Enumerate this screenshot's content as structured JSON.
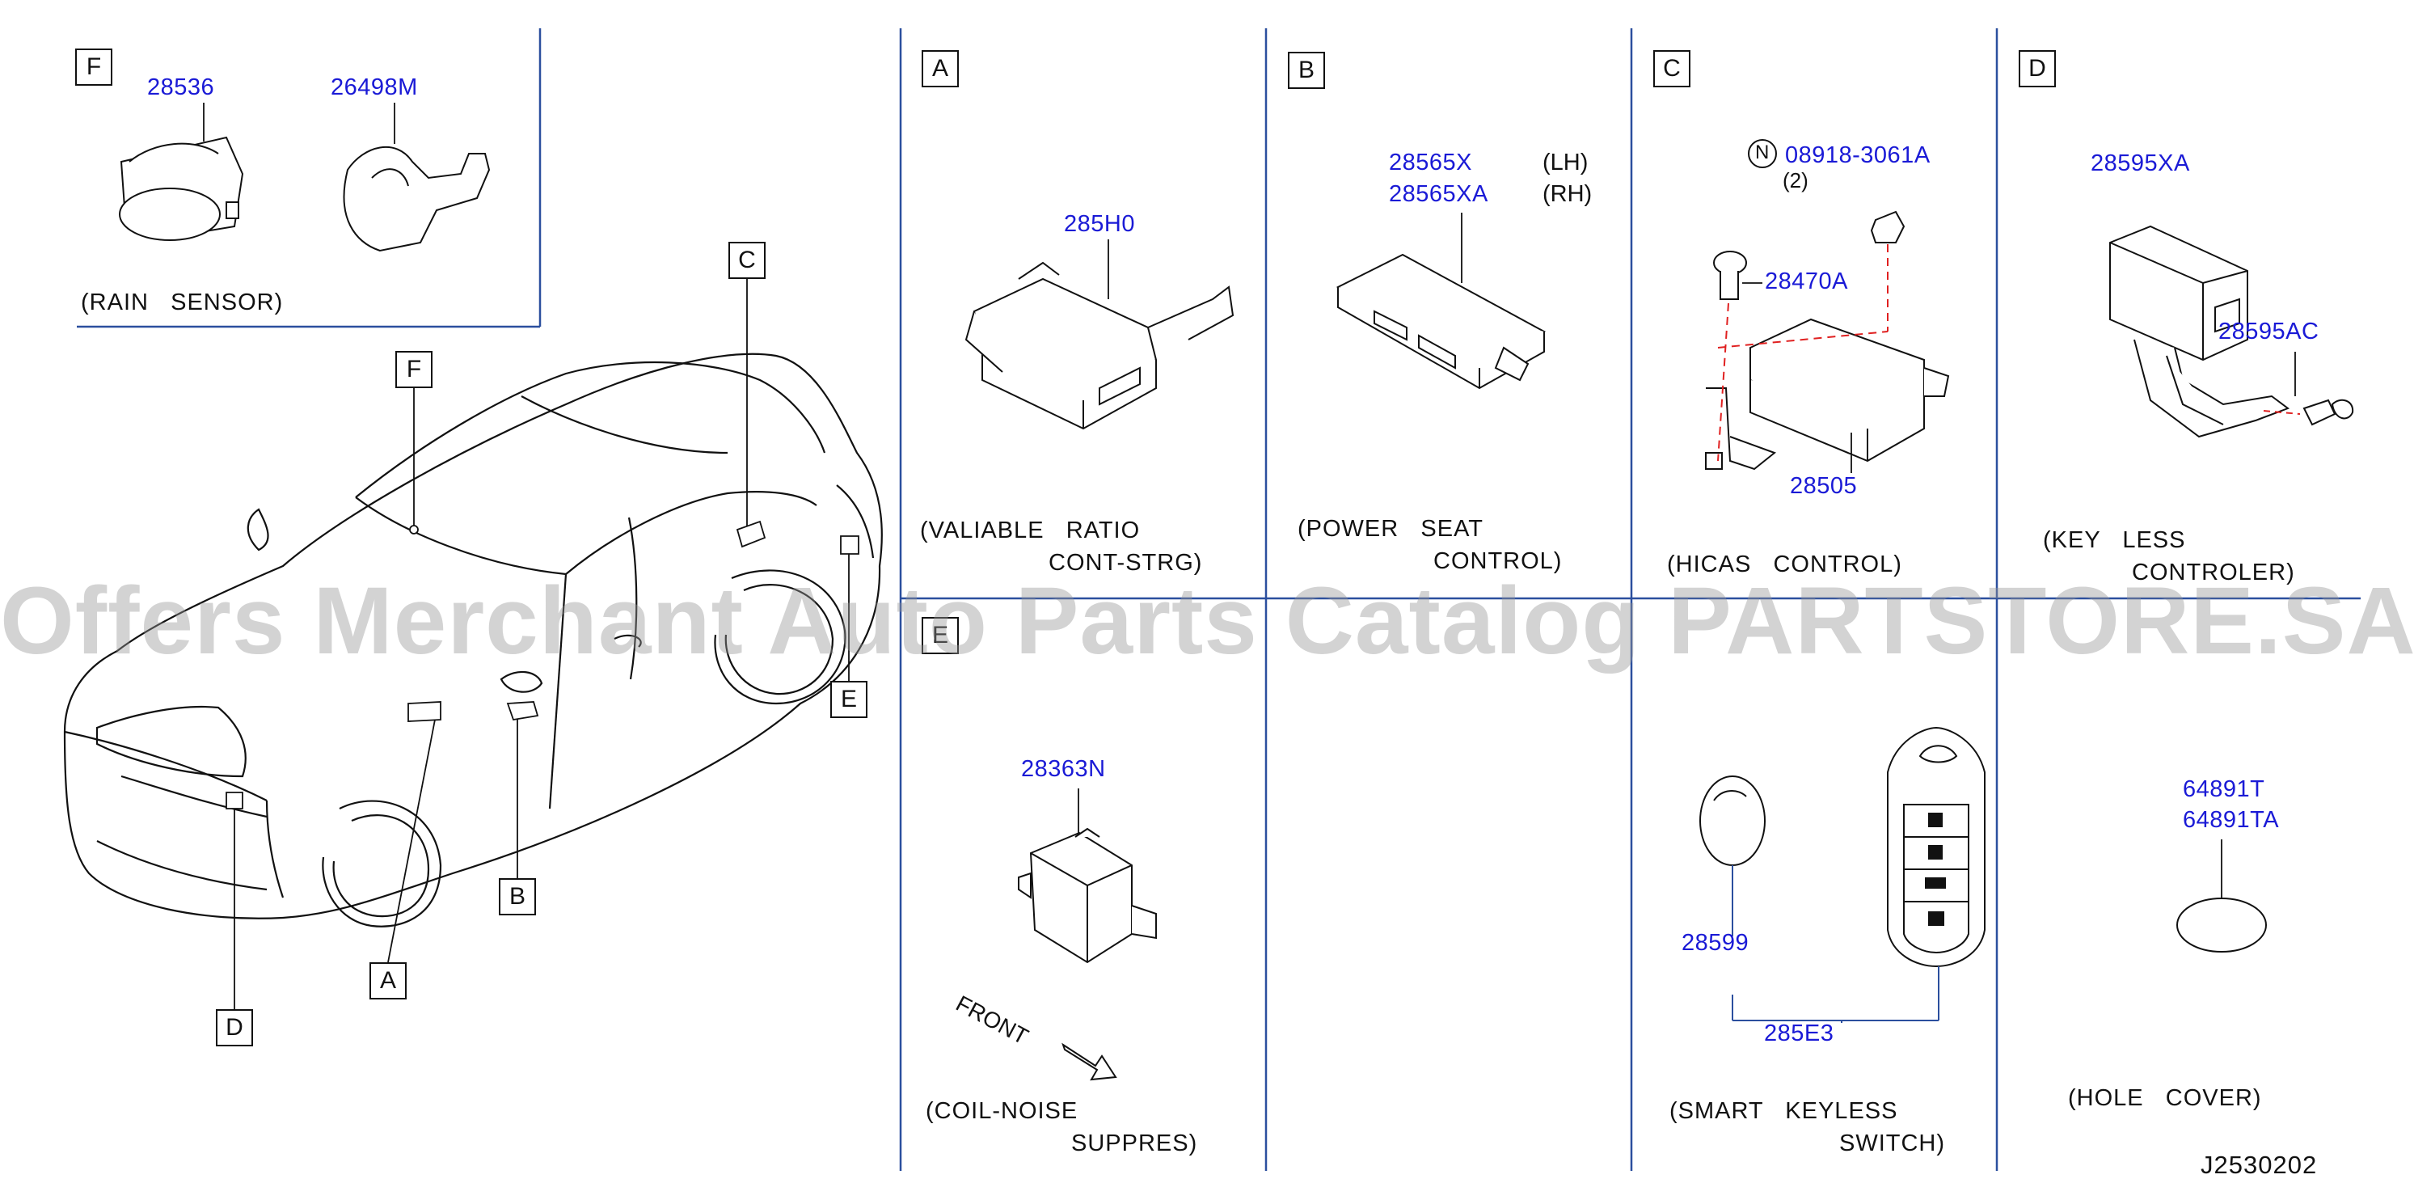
{
  "sections": {
    "F": {
      "label": "F",
      "parts": [
        "28536",
        "26498M"
      ],
      "caption": "(RAIN   SENSOR)"
    },
    "A": {
      "label": "A",
      "parts": [
        "285H0"
      ],
      "caption1": "(VALIABLE   RATIO",
      "caption2": "CONT-STRG)"
    },
    "B": {
      "label": "B",
      "parts": [
        "28565X",
        "28565XA"
      ],
      "sides": [
        "(LH)",
        "(RH)"
      ],
      "caption1": "(POWER   SEAT",
      "caption2": "CONTROL)"
    },
    "C": {
      "label": "C",
      "nut_symbol": "N",
      "parts": [
        "08918-3061A",
        "28470A",
        "28505"
      ],
      "qty": "(2)",
      "caption1": "(HICAS   CONTROL)"
    },
    "D": {
      "label": "D",
      "parts": [
        "28595XA",
        "28595AC"
      ],
      "caption1": "(KEY   LESS",
      "caption2": "CONTROLER)"
    },
    "E": {
      "label": "E",
      "parts": [
        "28363N"
      ],
      "front": "FRONT",
      "caption1": "(COIL-NOISE",
      "caption2": "SUPPRES)"
    },
    "smart": {
      "parts": [
        "28599",
        "285E3"
      ],
      "caption1": "(SMART   KEYLESS",
      "caption2": "SWITCH)"
    },
    "hole": {
      "parts": [
        "64891T",
        "64891TA"
      ],
      "caption1": "(HOLE   COVER)"
    }
  },
  "car_callouts": [
    "F",
    "C",
    "E",
    "B",
    "A",
    "D"
  ],
  "watermark": "Offers Merchant Auto Parts Catalog PARTSTORE.SA",
  "diagram_code": "J2530202",
  "colors": {
    "part_number": "#1a1ad6",
    "divider": "#2b4f9e",
    "leader_dash": "#e02020",
    "line": "#111111"
  }
}
